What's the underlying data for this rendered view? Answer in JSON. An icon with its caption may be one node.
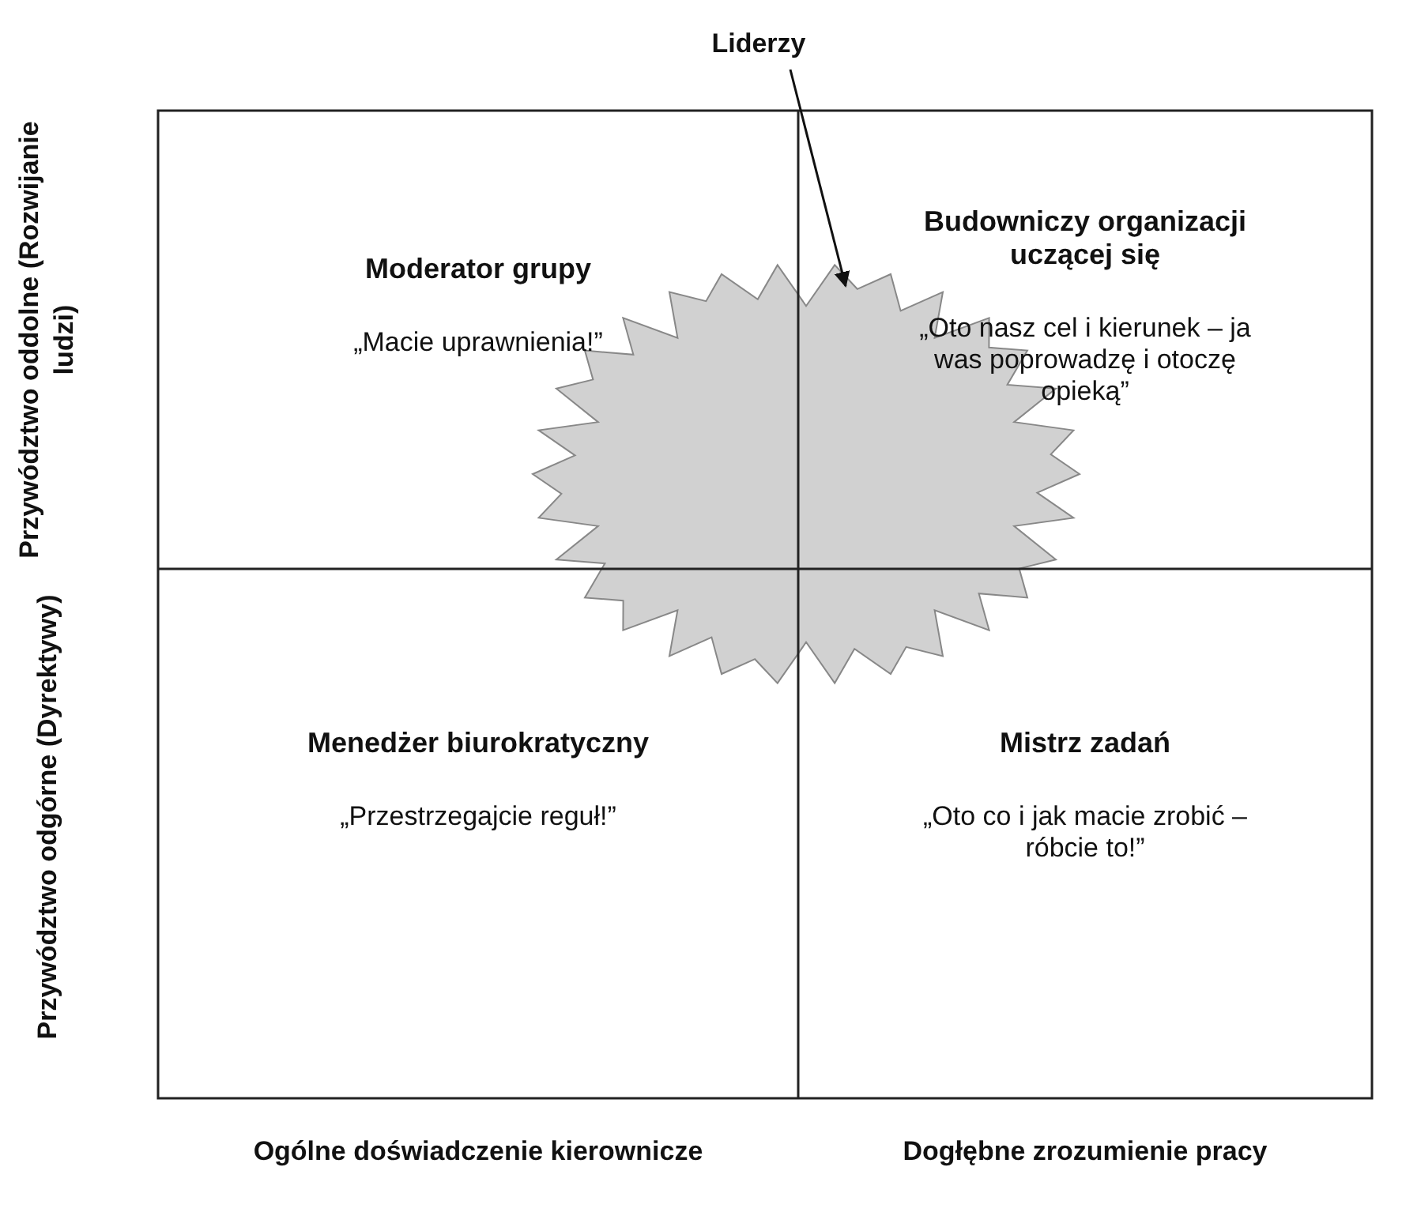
{
  "diagram": {
    "nodes": [
      {
        "text": [
          "Liderzy"
        ]
      },
      {
        "text": [],
        "shape": "star"
      },
      {
        "text": [
          "Moderator grupy",
          "„Macie uprawnienia!”"
        ]
      },
      {
        "text": [
          "Budowniczy organizacji uczącej się",
          "„Oto nasz cel i kierunek – ja was poprowadzę i otoczę opieką”"
        ]
      },
      {
        "text": [
          "Menedżer biurokratyczny",
          "„Przestrzegajcie reguł!”"
        ]
      },
      {
        "text": [
          "Mistrz zadań",
          "„Oto co i jak macie zrobić – róbcie to!”"
        ]
      }
    ],
    "edges": [
      {
        "from": 0,
        "to": 1,
        "arrow": "to"
      }
    ],
    "labels": [
      "Przywództwo oddolne (Rozwijanie ludzi)",
      "Przywództwo odgórne (Dyrektywy)",
      "Ogólne doświadczenie kierownicze",
      "Dogłębne zrozumienie pracy"
    ]
  }
}
